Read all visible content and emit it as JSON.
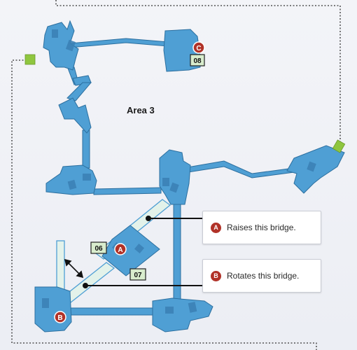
{
  "area": {
    "label": "Area 3"
  },
  "markers": {
    "a": "A",
    "b": "B",
    "c": "C"
  },
  "numbers": {
    "n06": "06",
    "n07": "07",
    "n08": "08"
  },
  "callouts": {
    "a": {
      "badge": "A",
      "text": "Raises this bridge."
    },
    "b": {
      "badge": "B",
      "text": "Rotates this bridge."
    }
  },
  "colors": {
    "room_fill": "#4f9fd4",
    "room_stroke": "#2c6f9f",
    "bridge_fill": "#e3f2ea",
    "marker_red": "#b13228",
    "number_box": "#d8eccd",
    "door_green": "#8fc63f"
  }
}
